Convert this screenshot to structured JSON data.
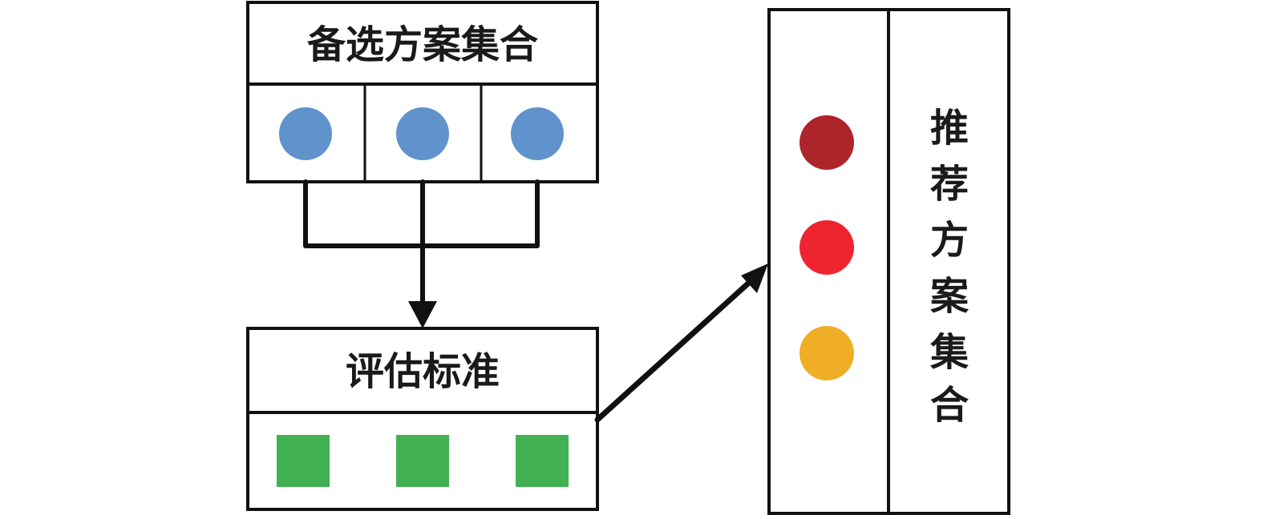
{
  "diagram": {
    "candidate_set": {
      "title": "备选方案集合",
      "items": [
        {
          "shape": "circle",
          "color": "#6093CB"
        },
        {
          "shape": "circle",
          "color": "#6093CB"
        },
        {
          "shape": "circle",
          "color": "#6093CB"
        }
      ]
    },
    "criteria": {
      "title": "评估标准",
      "items": [
        {
          "shape": "square",
          "color": "#41B153"
        },
        {
          "shape": "square",
          "color": "#41B153"
        },
        {
          "shape": "square",
          "color": "#41B153"
        }
      ]
    },
    "recommended_set": {
      "title_chars": [
        "推",
        "荐",
        "方",
        "案",
        "集",
        "合"
      ],
      "items": [
        {
          "shape": "circle",
          "color": "#AD242A"
        },
        {
          "shape": "circle",
          "color": "#EE252E"
        },
        {
          "shape": "circle",
          "color": "#F0AE26"
        }
      ]
    },
    "line_color": "#111111"
  }
}
